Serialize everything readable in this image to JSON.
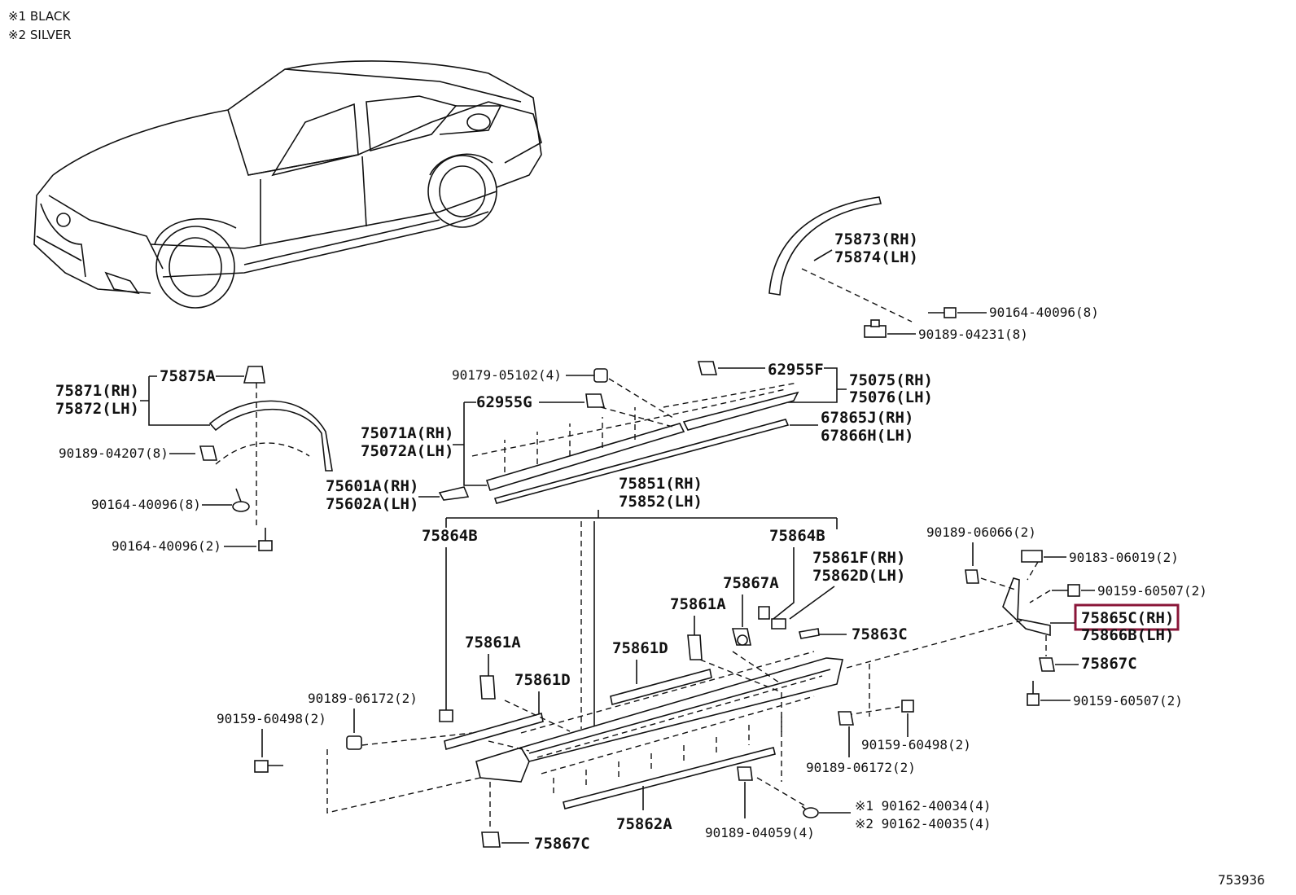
{
  "notes": [
    "※1 BLACK",
    "※2 SILVER"
  ],
  "diagram_id": "753936",
  "highlighted_part": "75865C(RH)",
  "labels": {
    "p75873": "75873(RH)",
    "p75874": "75874(LH)",
    "p90164_40096_8a": "90164-40096(8)",
    "p90189_04231": "90189-04231(8)",
    "p75871": "75871(RH)",
    "p75872": "75872(LH)",
    "p75875A": "75875A",
    "p90189_04207": "90189-04207(8)",
    "p90164_40096_8b": "90164-40096(8)",
    "p90164_40096_2": "90164-40096(2)",
    "p90179_05102": "90179-05102(4)",
    "p62955G": "62955G",
    "p62955F": "62955F",
    "p75075": "75075(RH)",
    "p75076": "75076(LH)",
    "p67865J": "67865J(RH)",
    "p67866H": "67866H(LH)",
    "p75071A": "75071A(RH)",
    "p75072A": "75072A(LH)",
    "p75601A": "75601A(RH)",
    "p75602A": "75602A(LH)",
    "p75851": "75851(RH)",
    "p75852": "75852(LH)",
    "p75864B_left": "75864B",
    "p75864B_right": "75864B",
    "p75861F": "75861F(RH)",
    "p75862D": "75862D(LH)",
    "p75867A": "75867A",
    "p75861A_mid": "75861A",
    "p75861D_mid": "75861D",
    "p75861A_left": "75861A",
    "p75861D_left": "75861D",
    "p75863C": "75863C",
    "p90189_06066": "90189-06066(2)",
    "p90183_06019": "90183-06019(2)",
    "p90159_60507_a": "90159-60507(2)",
    "p75865C": "75865C(RH)",
    "p75866B": "75866B(LH)",
    "p75867C_right": "75867C",
    "p90159_60507_b": "90159-60507(2)",
    "p90189_06172_left": "90189-06172(2)",
    "p90159_60498_left": "90159-60498(2)",
    "p90159_60498_right": "90159-60498(2)",
    "p90189_06172_right": "90189-06172(2)",
    "p90162_40034": "※1 90162-40034(4)",
    "p90162_40035": "※2 90162-40035(4)",
    "p90189_04059": "90189-04059(4)",
    "p75862A": "75862A",
    "p75867C_bottom": "75867C"
  }
}
